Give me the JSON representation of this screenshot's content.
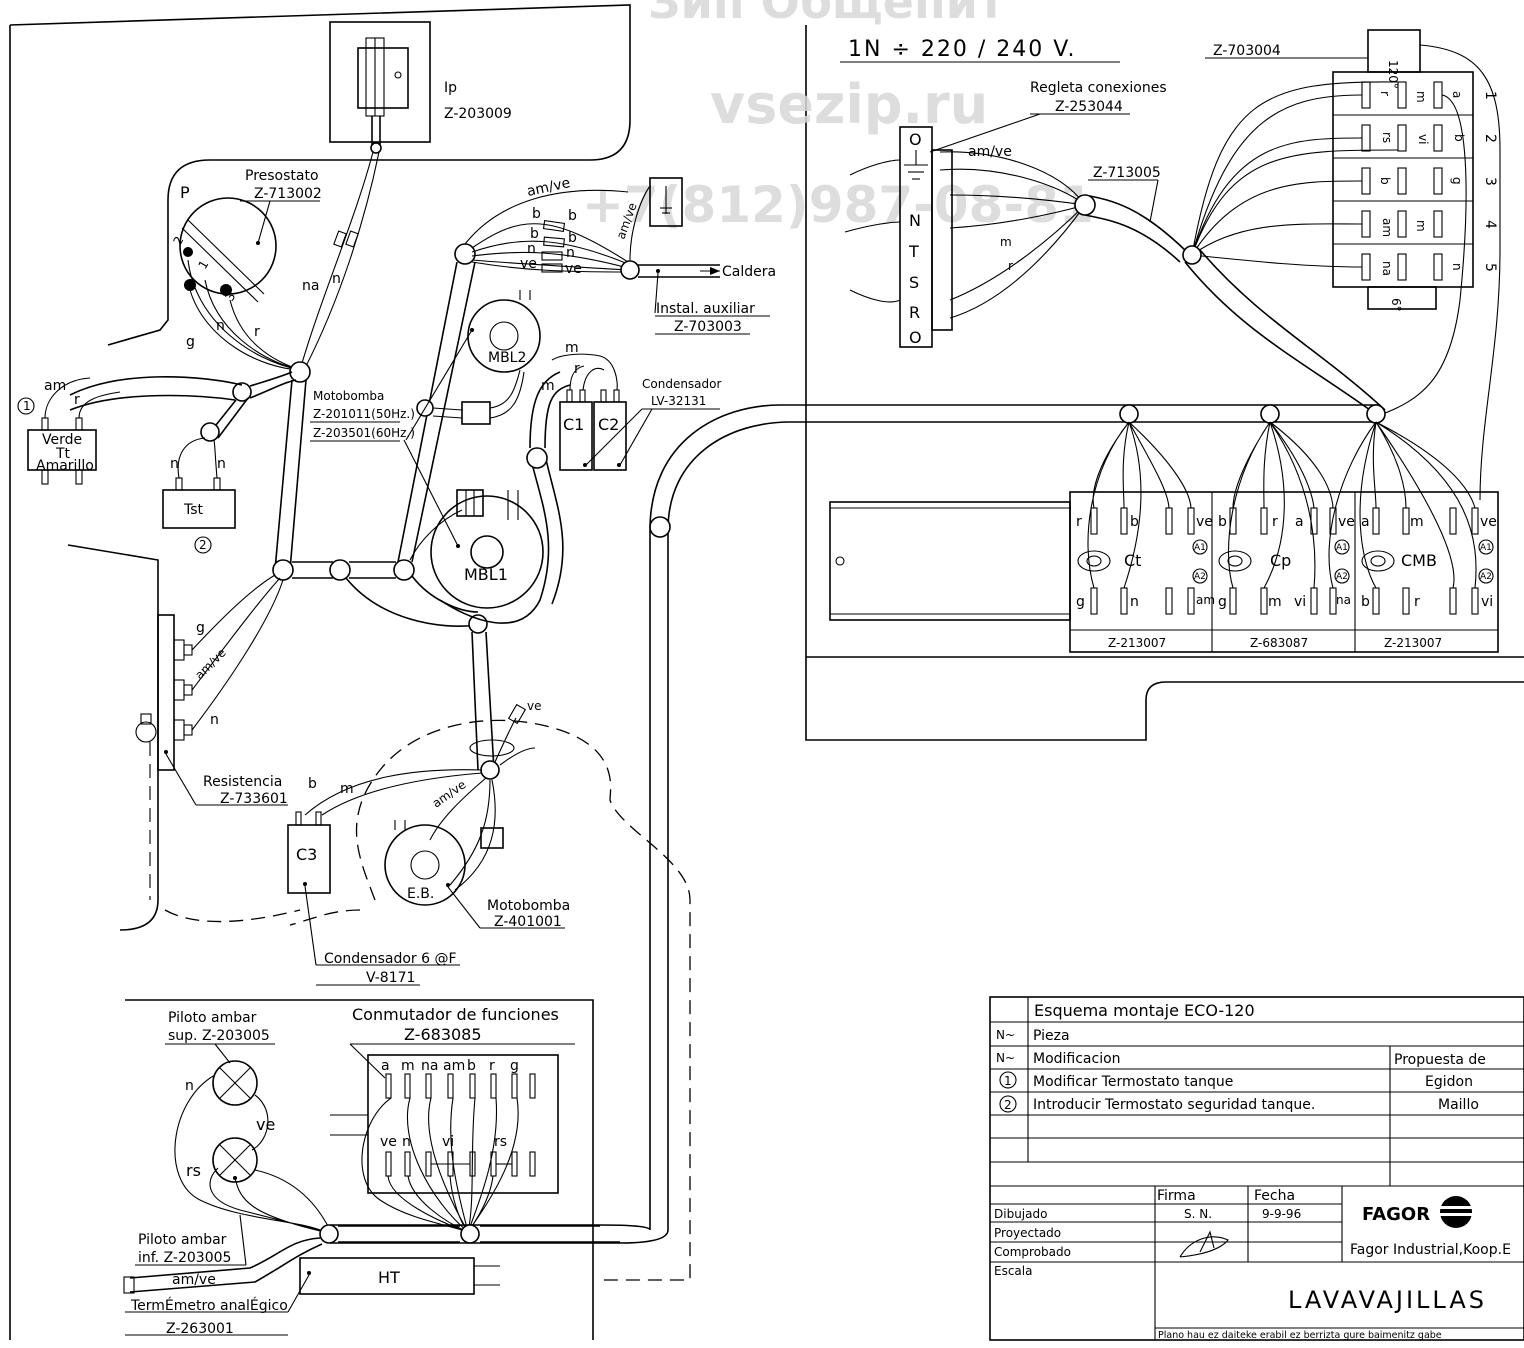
{
  "watermark": {
    "line1": "Зип Общепит",
    "line2": "vsezip.ru",
    "line3": "+7(812)987-08-81"
  },
  "supply": {
    "voltage": "1N ÷ 220 / 240 V.",
    "ref_top": "Z-703004",
    "terminal_title": "Regleta conexiones",
    "terminal_code": "Z-253044",
    "harness_code": "Z-713005",
    "terminal_letters": [
      "O",
      "N",
      "T",
      "S",
      "R",
      "O"
    ],
    "wire_amve": "am/ve",
    "wire_m": "m",
    "wire_r": "r"
  },
  "switch_block": {
    "top_label": "120°",
    "bottom_label": "6°",
    "rows": [
      {
        "num": "1",
        "c1": "r",
        "c2": "m",
        "c3": "a"
      },
      {
        "num": "2",
        "c1": "rs",
        "c2": "vi",
        "c3": "b"
      },
      {
        "num": "3",
        "c1": "b",
        "c2": "",
        "c3": "g"
      },
      {
        "num": "4",
        "c1": "am",
        "c2": "m",
        "c3": ""
      },
      {
        "num": "5",
        "c1": "na",
        "c2": "",
        "c3": "n"
      }
    ]
  },
  "ip": {
    "label": "Ip",
    "code": "Z-203009"
  },
  "presostato": {
    "label": "Presostato",
    "code": "Z-713002",
    "letter": "P",
    "pins": [
      "2",
      "1",
      "3"
    ]
  },
  "wires_left": {
    "am": "am",
    "r": "r",
    "g": "g",
    "n": "n",
    "na": "na",
    "n2": "n",
    "r2": "r"
  },
  "thermostat_tt": {
    "line1": "Verde",
    "line2": "Tt",
    "line3": "Amarillo",
    "mark": "1"
  },
  "tst": {
    "label": "Tst",
    "mark": "2",
    "n1": "n",
    "n2": "n"
  },
  "motobomba_top": {
    "label": "Motobomba",
    "code1": "Z-201011(50Hz.)",
    "code2": "Z-203501(60Hz.)"
  },
  "mbl": {
    "mbl1": "MBL1",
    "mbl2": "MBL2"
  },
  "caldera": {
    "amve": "am/ve",
    "b1": "b",
    "b2": "b",
    "b3": "b",
    "b4": "b",
    "n1": "n",
    "n2": "n",
    "ve1": "ve",
    "ve2": "ve",
    "amve2": "am/ve",
    "caldera": "Caldera",
    "aux_title": "Instal. auxiliar",
    "aux_code": "Z-703003"
  },
  "condensador": {
    "title": "Condensador",
    "code": "LV-32131",
    "c1": "C1",
    "c2": "C2",
    "m1": "m",
    "m2": "m",
    "r": "r"
  },
  "contactors": [
    {
      "name": "Ct",
      "code": "Z-213007",
      "top": [
        "r",
        "b",
        "",
        "ve"
      ],
      "bottom": [
        "g",
        "n",
        "",
        "am"
      ]
    },
    {
      "name": "Cp",
      "code": "Z-683087",
      "top": [
        "b",
        "r",
        "a",
        "ve"
      ],
      "bottom": [
        "g",
        "m",
        "vi",
        "na"
      ]
    },
    {
      "name": "CMB",
      "code": "Z-213007",
      "top": [
        "a",
        "m",
        "",
        "ve"
      ],
      "bottom": [
        "b",
        "r",
        "",
        "vi"
      ]
    }
  ],
  "contactor_marks": {
    "a1": "A1",
    "a2": "A2"
  },
  "resistencia": {
    "label": "Resistencia",
    "code": "Z-733601",
    "g": "g",
    "amve": "am/ve",
    "n": "n"
  },
  "eb": {
    "label": "E.B.",
    "motobomba": "Motobomba",
    "code": "Z-401001",
    "b": "b",
    "m": "m",
    "amve": "am/ve",
    "ve": "ve",
    "c3": "C3"
  },
  "condensador6": {
    "label": "Condensador 6 @F",
    "code": "V-8171"
  },
  "piloto_sup": {
    "label": "Piloto ambar",
    "code": "sup. Z-203005",
    "n": "n",
    "ve": "ve",
    "rs": "rs"
  },
  "piloto_inf": {
    "label": "Piloto ambar",
    "code": "inf. Z-203005"
  },
  "conmutador": {
    "title": "Conmutador de funciones",
    "code": "Z-683085",
    "top": [
      "a",
      "m",
      "na",
      "am",
      "b",
      "r",
      "g"
    ],
    "bottom": [
      "ve",
      "n",
      "vi",
      "rs"
    ]
  },
  "termometro": {
    "wire": "am/ve",
    "label": "TermÉmetro analÉgico",
    "code": "Z-263001",
    "ht": "HT"
  },
  "title_block": {
    "title": "Esquema montaje ECO-120",
    "n1": "N~",
    "pieza": "Pieza",
    "n2": "N~",
    "modificacion": "Modificacion",
    "propuesta": "Propuesta de",
    "mod1_num": "1",
    "mod1": "Modificar Termostato tanque",
    "mod1_by": "Egidon",
    "mod2_num": "2",
    "mod2": "Introducir Termostato seguridad tanque.",
    "mod2_by": "Maillo",
    "firma": "Firma",
    "fecha": "Fecha",
    "dibujado": "Dibujado",
    "dibujado_by": "S. N.",
    "dibujado_date": "9-9-96",
    "proyectado": "Proyectado",
    "comprobado": "Comprobado",
    "escala": "Escala",
    "brand": "FAGOR",
    "company": "Fagor Industrial,Koop.E",
    "product": "LAVAVAJILLAS",
    "footer": "Plano hau ez daiteke erabil ez berrizta gure baimenitz gabe"
  }
}
